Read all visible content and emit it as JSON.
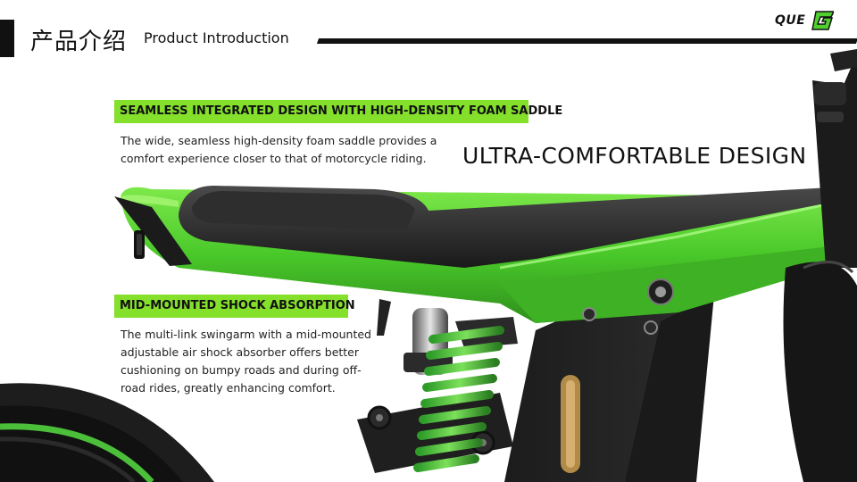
{
  "header": {
    "title_cn": "产品介绍",
    "title_en": "Product Introduction",
    "logo_text": "QUE",
    "logo_mark": "G",
    "logo_mark_icon": "green-g-logo-icon"
  },
  "features": [
    {
      "tag": "SEAMLESS INTEGRATED DESIGN WITH HIGH-DENSITY FOAM SADDLE",
      "description": "The wide, seamless high-density foam saddle provides a comfort experience closer to that of motorcycle riding."
    },
    {
      "tag": "MID-MOUNTED SHOCK ABSORPTION",
      "description": "The multi-link swingarm with a mid-mounted adjustable air shock absorber offers better cushioning on bumpy roads and during off-road rides, greatly enhancing comfort."
    }
  ],
  "headline": "ULTRA-COMFORTABLE DESIGN",
  "colors": {
    "accent_green": "#84e02b",
    "frame_green": "#4fcf2e",
    "dark": "#111111"
  }
}
